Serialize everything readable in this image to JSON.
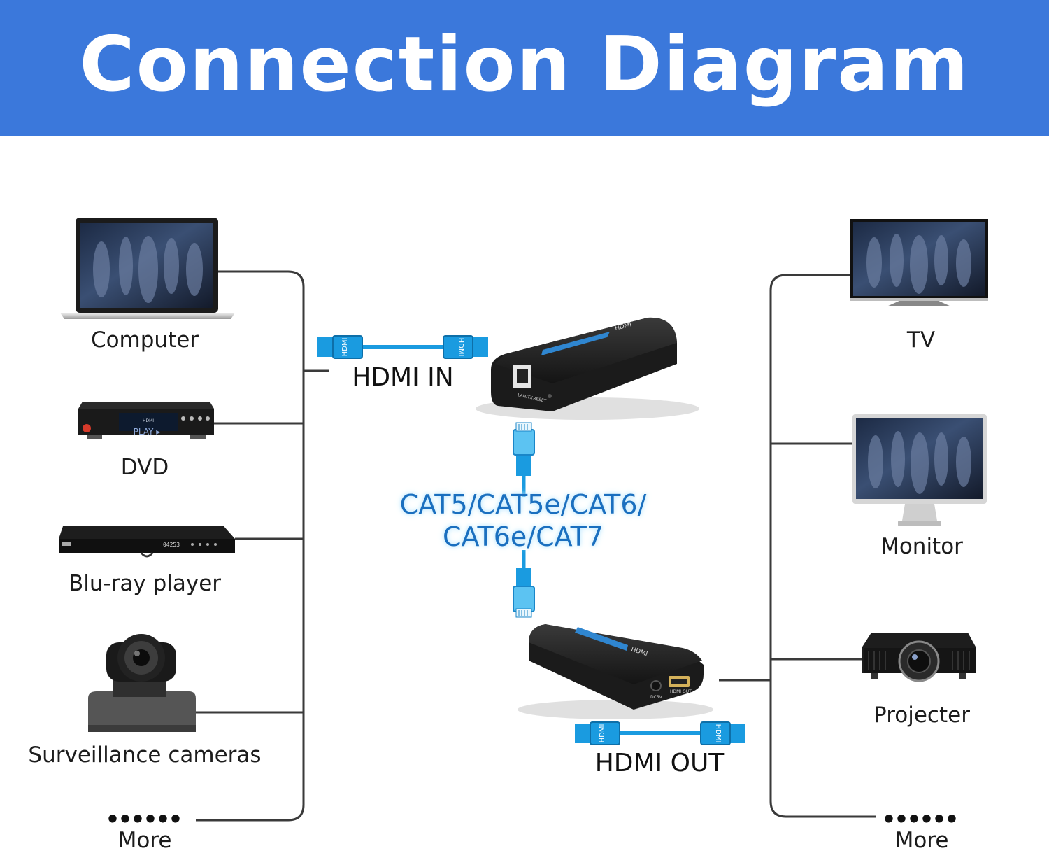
{
  "header": {
    "title": "Connection Diagram",
    "bg_color": "#3b78db"
  },
  "sources": [
    {
      "label": "Computer",
      "icon": "laptop-icon"
    },
    {
      "label": "DVD",
      "icon": "dvd-player-icon"
    },
    {
      "label": "Blu-ray player",
      "icon": "bluray-player-icon"
    },
    {
      "label": "Surveillance cameras",
      "icon": "ptz-camera-icon"
    },
    {
      "label": "More",
      "icon": "ellipsis-icon"
    }
  ],
  "displays": [
    {
      "label": "TV",
      "icon": "tv-icon"
    },
    {
      "label": "Monitor",
      "icon": "monitor-icon"
    },
    {
      "label": "Projecter",
      "icon": "projector-icon"
    },
    {
      "label": "More",
      "icon": "ellipsis-icon"
    }
  ],
  "transmitter": {
    "label": "HDMI IN",
    "connector_text": "HDMI",
    "port_labels": [
      "LAN/TX",
      "RESET"
    ],
    "brand_text": "HDMI"
  },
  "receiver": {
    "label": "HDMI OUT",
    "connector_text": "HDMI",
    "port_labels": [
      "DC5V",
      "HDMI OUT"
    ],
    "brand_text": "HDMI"
  },
  "cable": {
    "line1": "CAT5/CAT5e/CAT6/",
    "line2": "CAT6e/CAT7",
    "color": "#1a9be0"
  },
  "dvd_screen": {
    "brand": "HDMI",
    "status": "PLAY ▸"
  },
  "bluray_screen": {
    "display": "04253"
  },
  "more_dots": "••••••",
  "colors": {
    "line": "#3a3a3a",
    "accent": "#1a9be0",
    "device": "#1f1f1f"
  }
}
